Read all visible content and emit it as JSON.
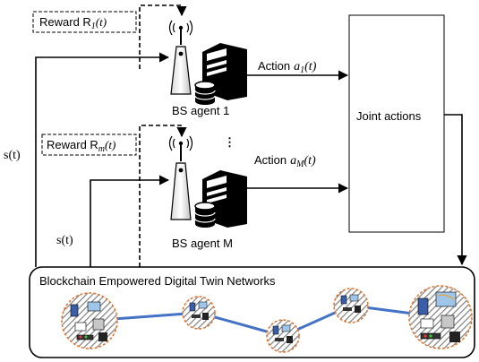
{
  "reward_label_1": "Reward R",
  "reward_sub_1": "1",
  "reward_time": "(t)",
  "reward_label_m": "Reward R",
  "reward_sub_m": "m",
  "agent_1_label": "BS agent 1",
  "agent_m_label": "BS agent M",
  "action_word": "Action",
  "action_1_var": "a",
  "action_1_sub": "1",
  "action_m_var": "a",
  "action_m_sub": "M",
  "action_time": "(t)",
  "joint_actions": "Joint actions",
  "state_outer": "s(t)",
  "state_inner": "s(t)",
  "ellipsis": "⋮",
  "network_title": "Blockchain Empowered Digital Twin Networks",
  "colors": {
    "line": "#000000",
    "link": "#4472C4",
    "node_border": "#E07A38",
    "hatch": "#7f7f7f"
  },
  "icons": [
    "antenna-icon",
    "server-icon",
    "database-icon",
    "digital-twin-node-icon"
  ]
}
